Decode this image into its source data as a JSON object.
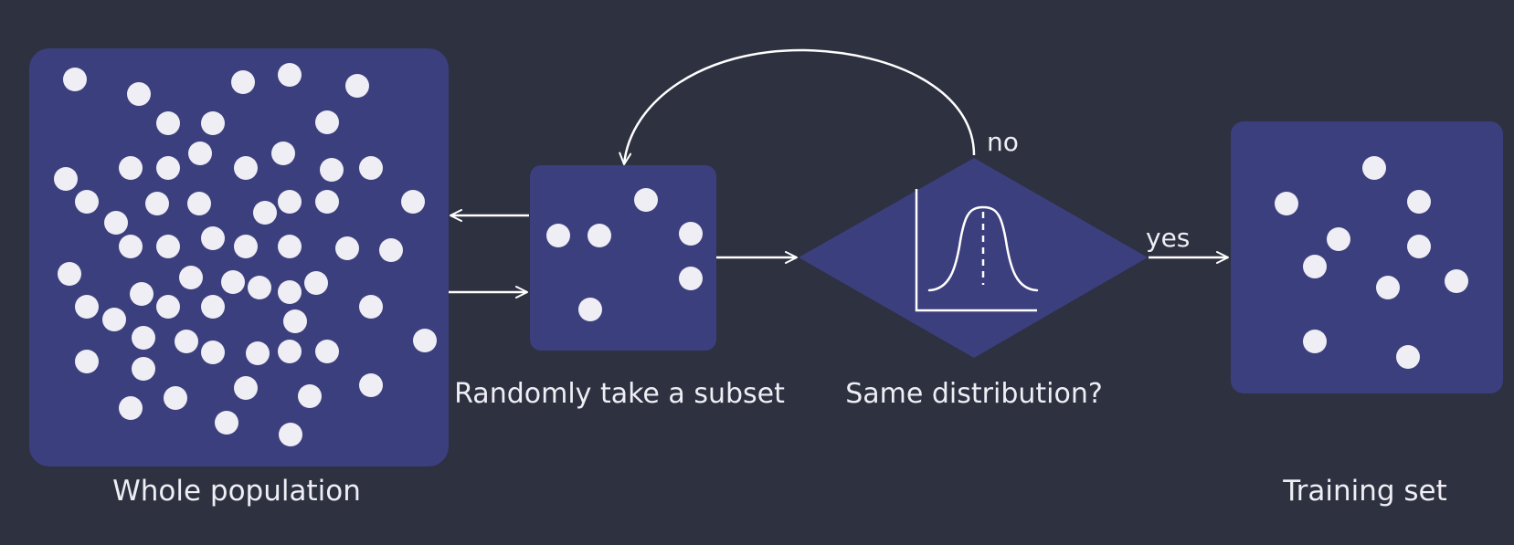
{
  "colors": {
    "background": "#2d3140",
    "panel": "#3c3f7d",
    "dot": "#eeeef4",
    "stroke": "#ffffff"
  },
  "labels": {
    "population": "Whole population",
    "subset": "Randomly take a subset",
    "decision": "Same distribution?",
    "no": "no",
    "yes": "yes",
    "training": "Training set"
  },
  "icons": {
    "distribution": "bell-curve-icon"
  }
}
